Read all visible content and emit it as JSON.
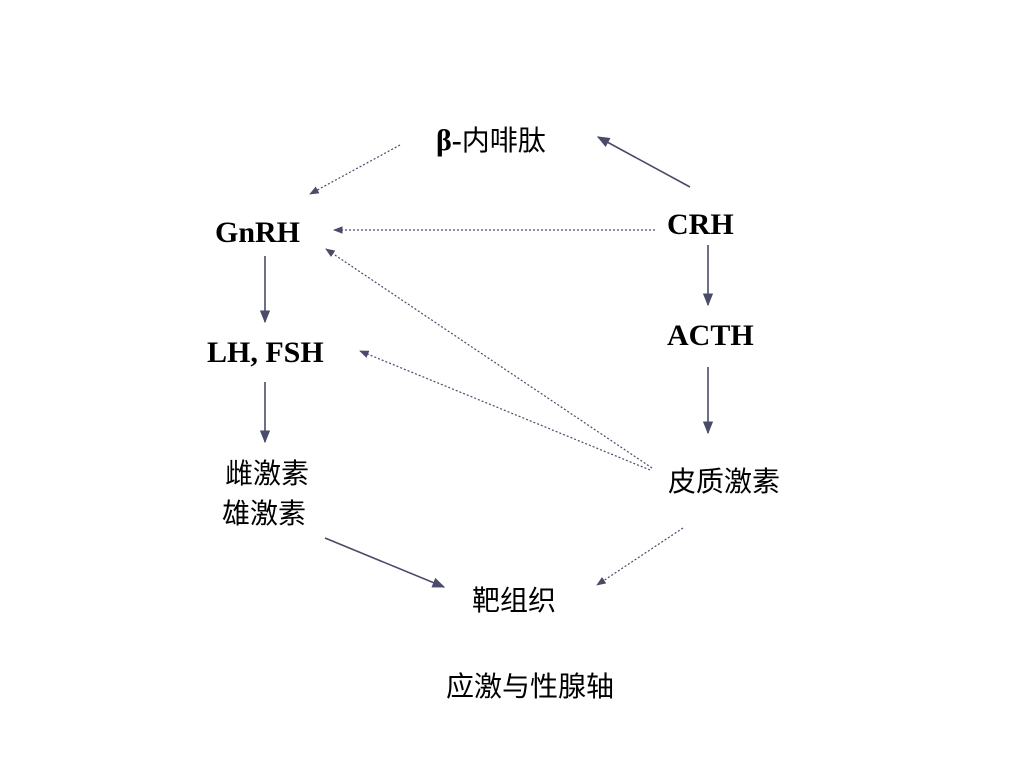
{
  "diagram": {
    "caption": "应激与性腺轴",
    "nodes": {
      "beta_endorphin_prefix": "β-",
      "beta_endorphin_name": "内啡肽",
      "crh": "CRH",
      "gnrh": "GnRH",
      "acth": "ACTH",
      "lh_fsh": "LH, FSH",
      "estrogen": "雌激素",
      "androgen": "雄激素",
      "corticosteroid": "皮质激素",
      "target_tissue": "靶组织"
    },
    "edges": [
      {
        "from": "crh",
        "to": "beta_endorphin",
        "style": "solid"
      },
      {
        "from": "beta_endorphin",
        "to": "gnrh",
        "style": "dotted"
      },
      {
        "from": "crh",
        "to": "gnrh",
        "style": "dotted"
      },
      {
        "from": "crh",
        "to": "acth",
        "style": "solid"
      },
      {
        "from": "acth",
        "to": "corticosteroid",
        "style": "solid"
      },
      {
        "from": "gnrh",
        "to": "lh_fsh",
        "style": "solid"
      },
      {
        "from": "lh_fsh",
        "to": "sex_hormones",
        "style": "solid"
      },
      {
        "from": "corticosteroid",
        "to": "gnrh",
        "style": "dotted"
      },
      {
        "from": "corticosteroid",
        "to": "lh_fsh",
        "style": "dotted"
      },
      {
        "from": "sex_hormones",
        "to": "target_tissue",
        "style": "solid"
      },
      {
        "from": "corticosteroid",
        "to": "target_tissue",
        "style": "dotted"
      }
    ]
  }
}
